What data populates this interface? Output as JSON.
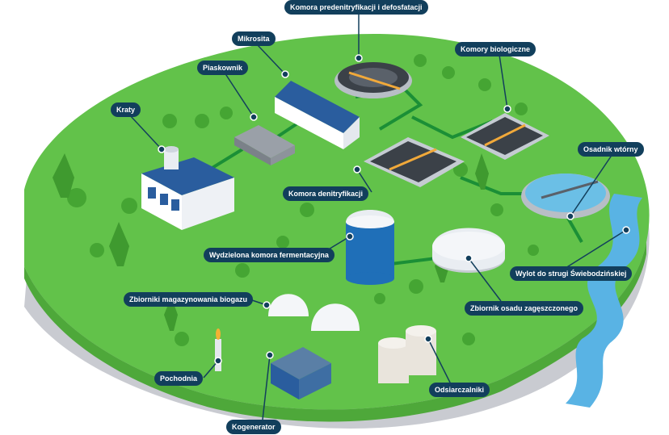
{
  "colors": {
    "grass": "#62c24a",
    "grass_dark": "#4ea83a",
    "base_shadow": "#c7c9cf",
    "callout_bg": "#123f5c",
    "pipe": "#1b8f36",
    "river": "#59b3e4",
    "tank_blue": "#1f6fb8",
    "building_blue": "#2a5d9e"
  },
  "labels": {
    "komora_predenitryfikacji": "Komora predenitryfikacji i defosfatacji",
    "mikrosita": "Mikrosita",
    "komory_biologiczne": "Komory biologiczne",
    "piaskownik": "Piaskownik",
    "kraty": "Kraty",
    "osadnik_wtorny": "Osadnik wtórny",
    "komora_denitryfikacji": "Komora denitryfikacji",
    "wydzielona_komora": "Wydzielona komora fermentacyjna",
    "wylot": "Wylot do strugi Świebodzińskiej",
    "zbiorniki_biogazu": "Zbiorniki magazynowania biogazu",
    "zbiornik_osadu": "Zbiornik osadu zagęszczonego",
    "pochodnia": "Pochodnia",
    "odsiarczalniki": "Odsiarczalniki",
    "kogenerator": "Kogenerator"
  }
}
